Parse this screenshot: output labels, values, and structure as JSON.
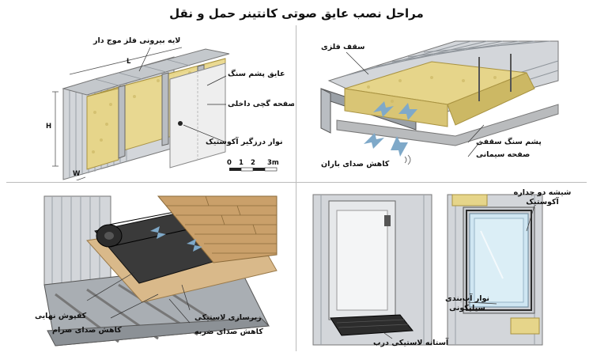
{
  "title": "مراحل نصب عایق صوتی کانتینر حمل و نقل",
  "panel_wall": {
    "labels": {
      "metal_corrugated": "لایه بیرونی فلز موج دار",
      "rock_wool": "عایق پشم سنگ",
      "gypsum": "صفحه گچی داخلی",
      "acoustic_tape": "نوار درزگیر آکوستیک"
    },
    "dims": {
      "L": "L",
      "H": "H",
      "W": "W"
    },
    "scale": [
      "0",
      "1",
      "2",
      "3m"
    ]
  },
  "panel_roof": {
    "labels": {
      "metal_roof": "سقف فلزی",
      "roof_wool": "پشم سنگ سقفی",
      "cement_board": "صفحه سیمانی",
      "rain_noise": "کاهش صدای باران"
    }
  },
  "panel_floor": {
    "labels": {
      "final_floor": "کفپوش نهایی",
      "rubber_underlay": "زیرسازی لاستیکی",
      "impact_noise": "کاهش صدای ضربه",
      "footstep_noise": "کاهش صدای صرام"
    }
  },
  "panel_door": {
    "labels": {
      "double_glass": "شیشه دو جداره آکوستیک",
      "silicone_seal": "نوار آب‌بندی سیلیکونی",
      "rubber_threshold": "آستانه لاستیکی درب"
    }
  },
  "colors": {
    "wool": "#e6d58a",
    "wool_dark": "#c9b460",
    "metal": "#d3d6da",
    "metal_dark": "#9aa0a6",
    "gypsum": "#eeeeee",
    "cement": "#b9bbbd",
    "wood": "#caa06a",
    "rubber": "#2c2c2c",
    "glass": "#cfe6f2",
    "arrow": "#7fa9c9"
  }
}
